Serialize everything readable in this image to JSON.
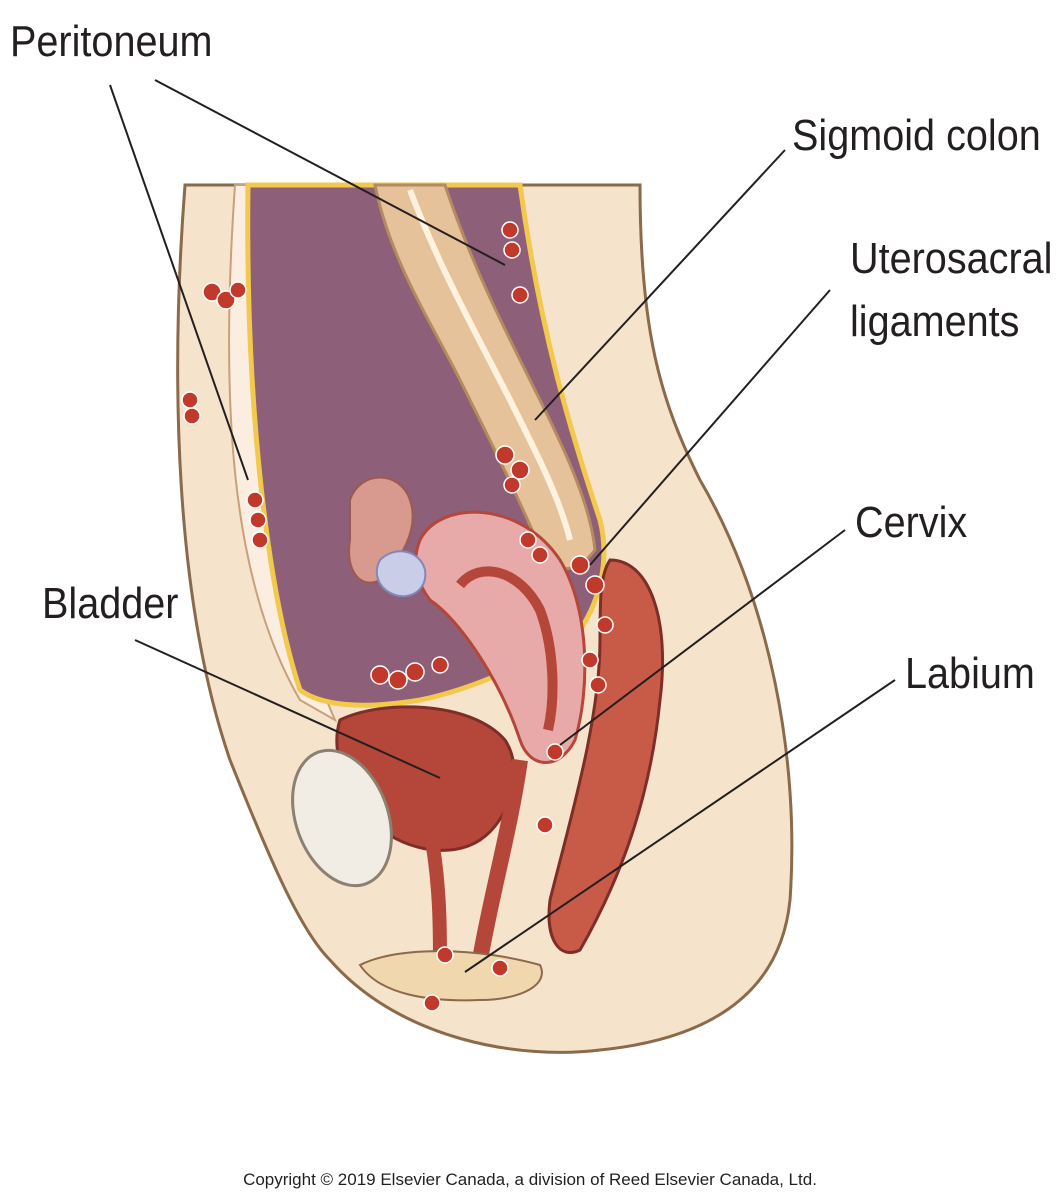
{
  "labels": {
    "peritoneum": "Peritoneum",
    "sigmoid_colon": "Sigmoid colon",
    "uterosacral_line1": "Uterosacral",
    "uterosacral_line2": "ligaments",
    "cervix": "Cervix",
    "bladder": "Bladder",
    "labium": "Labium"
  },
  "copyright": "Copyright © 2019 Elsevier Canada, a division of Reed Elsevier Canada, Ltd.",
  "colors": {
    "skin": "#f6e3cc",
    "skin_outline": "#8a6a4a",
    "cavity": "#8e5f78",
    "peritoneum_line": "#f2c94c",
    "organ_dark": "#b5463a",
    "organ_pink": "#e8a9a9",
    "colon": "#e6c29a",
    "endometrial_implant": "#c0392b",
    "leader_line": "#231f20"
  }
}
